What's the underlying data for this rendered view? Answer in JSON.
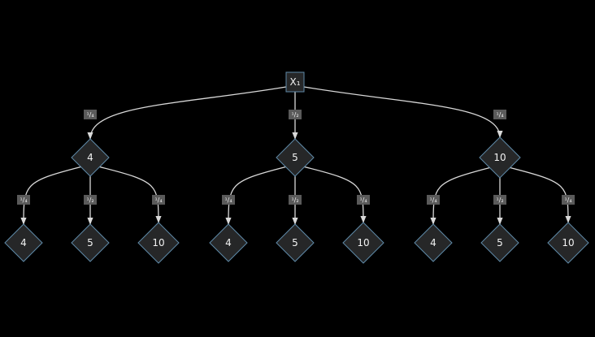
{
  "diagram": {
    "root": {
      "label": "X₁"
    },
    "branches": [
      {
        "edge_label": "¹/₄",
        "value": "4",
        "children": [
          {
            "edge_label": "¹/₄",
            "value": "4"
          },
          {
            "edge_label": "¹/₂",
            "value": "5"
          },
          {
            "edge_label": "¹/₄",
            "value": "10"
          }
        ]
      },
      {
        "edge_label": "¹/₂",
        "value": "5",
        "children": [
          {
            "edge_label": "¹/₄",
            "value": "4"
          },
          {
            "edge_label": "¹/₂",
            "value": "5"
          },
          {
            "edge_label": "¹/₄",
            "value": "10"
          }
        ]
      },
      {
        "edge_label": "¹/₄",
        "value": "10",
        "children": [
          {
            "edge_label": "¹/₄",
            "value": "4"
          },
          {
            "edge_label": "¹/₂",
            "value": "5"
          },
          {
            "edge_label": "¹/₄",
            "value": "10"
          }
        ]
      }
    ],
    "colors": {
      "background": "#000000",
      "node_fill": "#262728",
      "node_stroke": "#5f8aa8",
      "edge": "#d9d9d9",
      "label_bg": "#5a5a5a",
      "text": "#f2f2f2"
    }
  }
}
